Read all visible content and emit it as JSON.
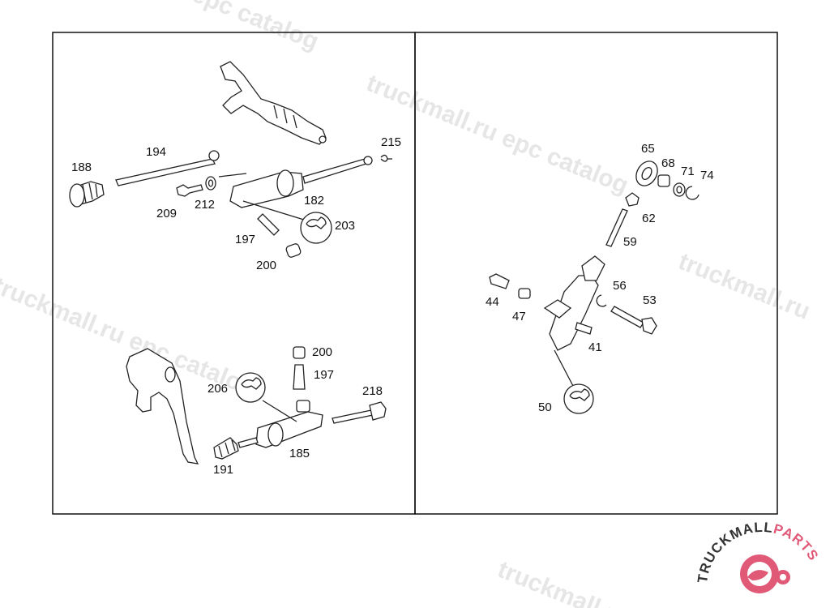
{
  "watermark": {
    "text_catalog": "truckmall.ru epc catalog",
    "text_epc": "epc catalog",
    "text_short": "truckmall.ru"
  },
  "logo": {
    "text_main": "TRUCKMALL",
    "text_accent": "PARTS",
    "color_main": "#333333",
    "color_accent": "#e05a78"
  },
  "left_panel": {
    "labels": [
      "194",
      "188",
      "215",
      "212",
      "209",
      "182",
      "203",
      "197",
      "200",
      "200",
      "197",
      "206",
      "218",
      "185",
      "191"
    ]
  },
  "right_panel": {
    "labels": [
      "65",
      "68",
      "71",
      "74",
      "62",
      "59",
      "56",
      "53",
      "44",
      "47",
      "41",
      "50"
    ]
  },
  "icons": [
    "wrench-icon"
  ]
}
